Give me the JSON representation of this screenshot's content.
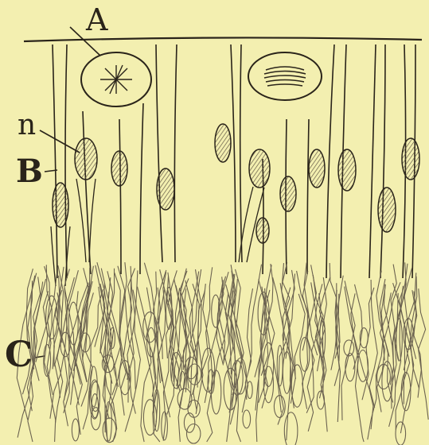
{
  "figure": {
    "labels": {
      "a": "A",
      "n": "n",
      "b": "B",
      "c": "C"
    },
    "colors": {
      "paper": "#f3efb0",
      "ink": "#2a241a",
      "hatch": "#5a5040",
      "fiber": "#6b6250"
    }
  }
}
